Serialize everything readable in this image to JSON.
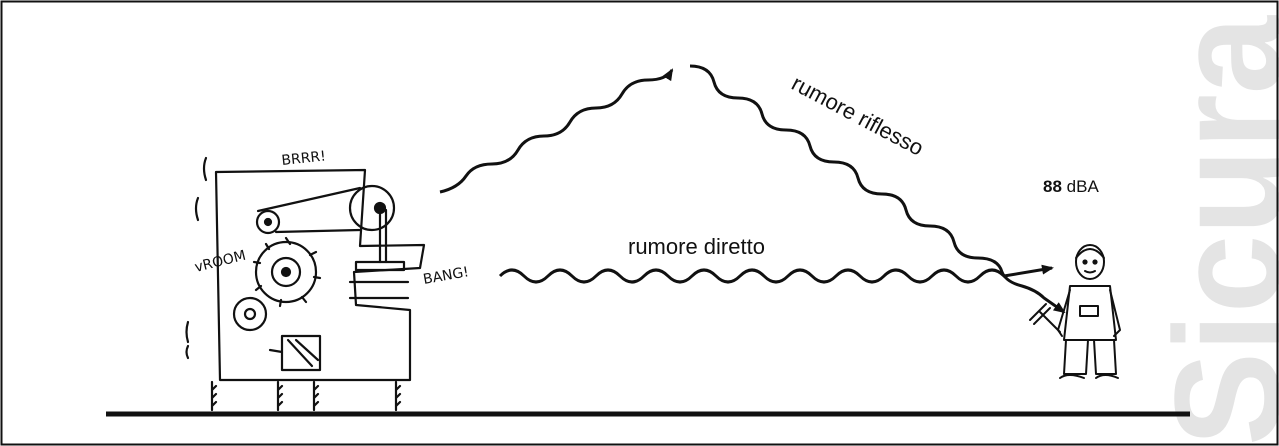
{
  "labels": {
    "reflected_noise": "rumore riflesso",
    "direct_noise": "rumore diretto",
    "level_value": "88",
    "level_unit": " dBA",
    "sound_brrr": "BRRR!",
    "sound_vroom": "vROOM",
    "sound_bang": "BANG!"
  },
  "watermark": {
    "text": "Sicura"
  },
  "colors": {
    "ink": "#111111",
    "watermark": "#e4e4e4",
    "background": "#ffffff"
  }
}
